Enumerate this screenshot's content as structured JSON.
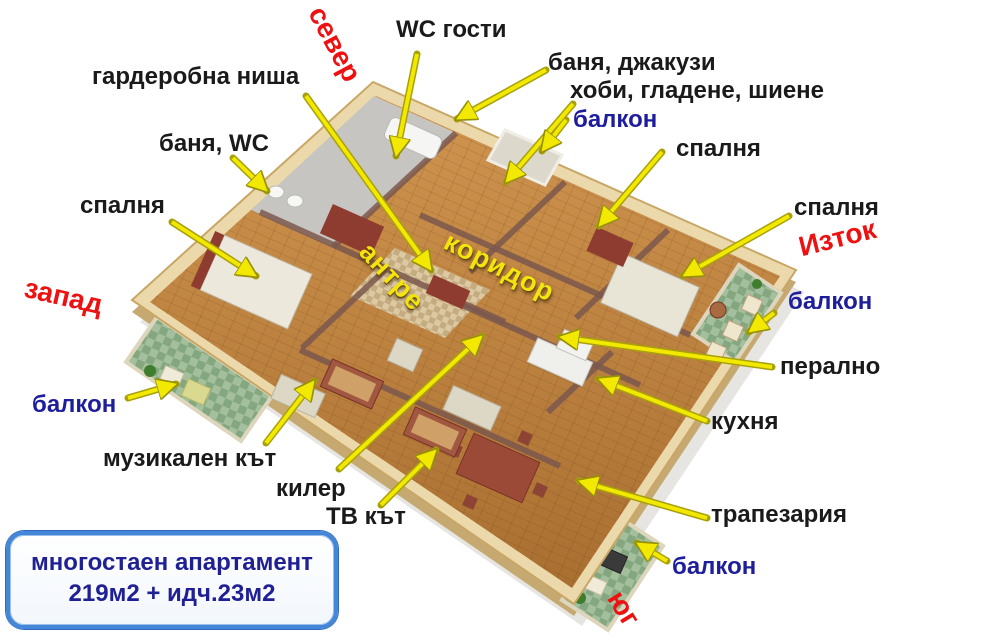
{
  "info_box": {
    "line1": "многостаен апартамент",
    "line2": "219м2 + идч.23м2"
  },
  "compass": {
    "north": "север",
    "south": "юг",
    "east": "Изток",
    "west": "запад"
  },
  "floor_texts": {
    "antre": "антре",
    "koridor": "коридор"
  },
  "room_labels": {
    "wc_guests": "WC гости",
    "wardrobe_niche": "гардеробна ниша",
    "bath_jacuzzi": "баня, джакузи",
    "hobby_ironing_sewing": "хоби, гладене, шиене",
    "balcony_north": "балкон",
    "bedroom_north": "спалня",
    "bath_wc": "баня, WC",
    "bedroom_west": "спалня",
    "bedroom_east": "спалня",
    "balcony_east": "балкон",
    "laundry": "перално",
    "kitchen": "кухня",
    "music_corner": "музикален кът",
    "pantry": "килер",
    "tv_corner": "ТВ кът",
    "dining_room": "трапезария",
    "balcony_south": "балкон",
    "balcony_west": "балкон"
  },
  "colors": {
    "arrow_yellow": "#f2e800",
    "arrow_outline": "#a8a10a",
    "label_black": "#1a1a1a",
    "label_blue": "#1e1e9c",
    "compass_red": "#ee1111",
    "floor_text_yellow": "#f2e40c",
    "box_border_blue": "#4486d8",
    "box_text_blue": "#202095",
    "wood_floor": "#b97c3e",
    "balcony_floor_green": "#9cbb97",
    "wall_mauve": "#7b584e",
    "outer_wall_tan": "#ecd9ab"
  }
}
